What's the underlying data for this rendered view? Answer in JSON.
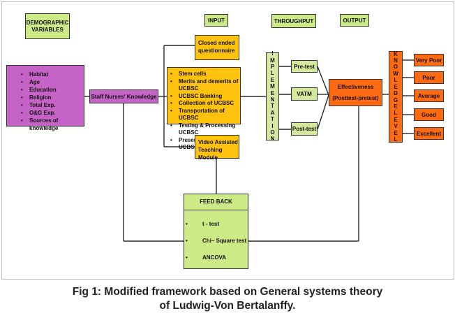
{
  "headers": {
    "demographic": "DEMOGRAPHIC VARIABLES",
    "input": "INPUT",
    "throughput": "THROUGHPUT",
    "output": "OUTPUT"
  },
  "demographic_items": [
    "Habitat",
    "Age",
    "Education",
    "Religion",
    "Total Exp.",
    "O&G Exp.",
    "Sources of knowledge"
  ],
  "staff_knowledge": "Staff Nurses' Knowledge",
  "questionnaire": "Closed ended questionnaire",
  "topics": [
    "Stem cells",
    "Merits and demerits of UCBSC",
    "UCBSC Banking",
    "Collection of UCBSC",
    "Transportation of UCBSC",
    "Testing & Processing UCBSC",
    "Preservation of UCBSC"
  ],
  "video_module": "Video Assisted Teaching Module",
  "implementation_letters": [
    "I",
    "M",
    "P",
    "L",
    "E",
    "M",
    "E",
    "N",
    "T",
    "A",
    "T",
    "I",
    "O",
    "N"
  ],
  "pretest": "Pre-test",
  "vatm": "VATM",
  "posttest": "Post-test",
  "effectiveness": {
    "title": "Effectiveness",
    "subtitle": "(Posttest-pretest)"
  },
  "knowledge_letters": [
    "K",
    "N",
    "O",
    "W",
    "L",
    "E",
    "D",
    "G",
    "E",
    " ",
    "L",
    "E",
    "V",
    "E",
    "L"
  ],
  "levels": [
    "Very Poor",
    "Poor",
    "Average",
    "Good",
    "Excellent"
  ],
  "feedback": {
    "title": "FEED BACK",
    "items": [
      "t - test",
      "Chi– Square test",
      "ANCOVA"
    ]
  },
  "caption": {
    "line1": "Fig 1: Modified framework based on General systems theory",
    "line2": "of Ludwig-Von Bertalanffy."
  },
  "colors": {
    "header_green": "#ccea86",
    "demographic_purple": "#c663c6",
    "input_gold": "#ffc20e",
    "output_orange": "#ff6a13"
  }
}
